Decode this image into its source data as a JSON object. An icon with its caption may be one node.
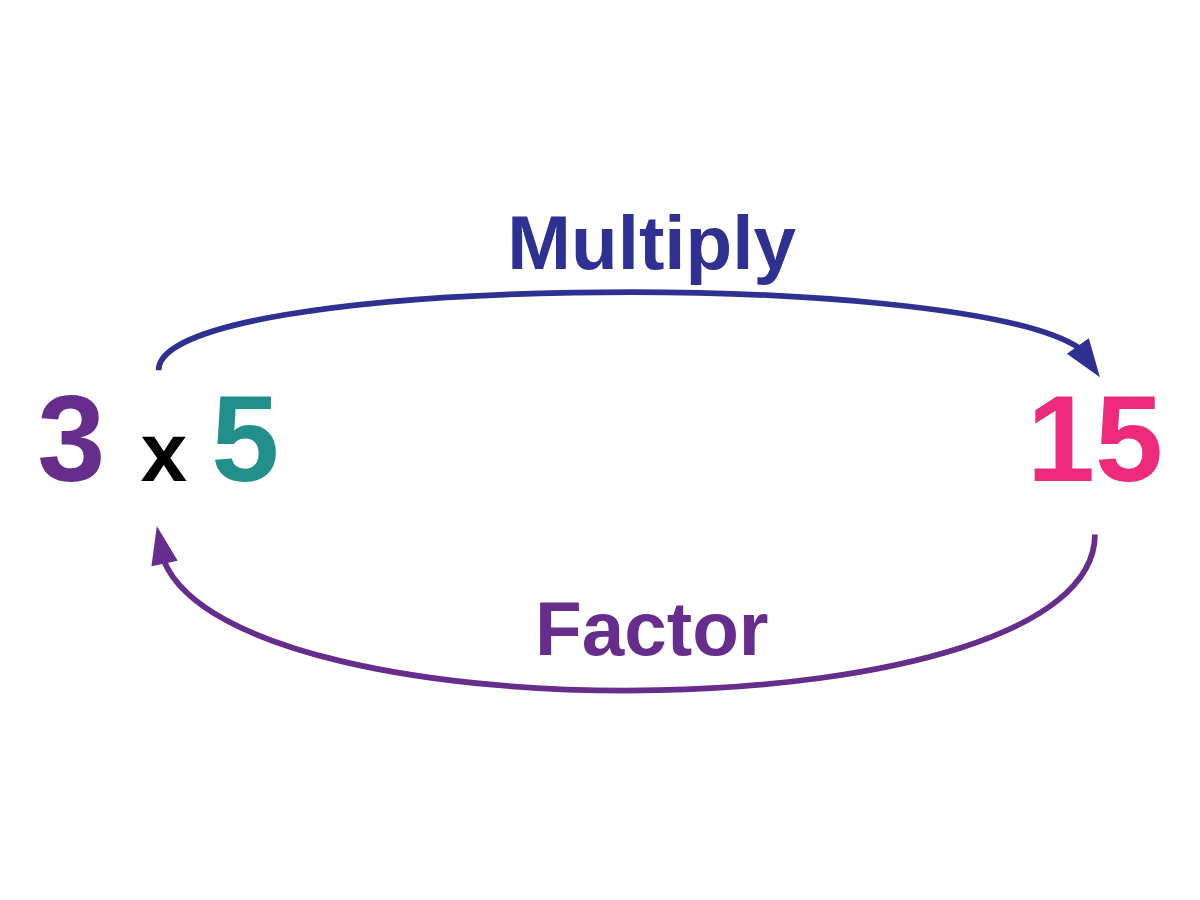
{
  "diagram": {
    "nodes": [
      {
        "text": [
          "3 x 5"
        ]
      },
      {
        "text": [
          "15"
        ]
      }
    ],
    "edges": [
      {
        "from": 0,
        "to": 1,
        "arrow": "to",
        "label": "Multiply",
        "color": "#2e3192"
      },
      {
        "from": 1,
        "to": 0,
        "arrow": "to",
        "label": "Factor",
        "color": "#662d8c"
      }
    ]
  }
}
